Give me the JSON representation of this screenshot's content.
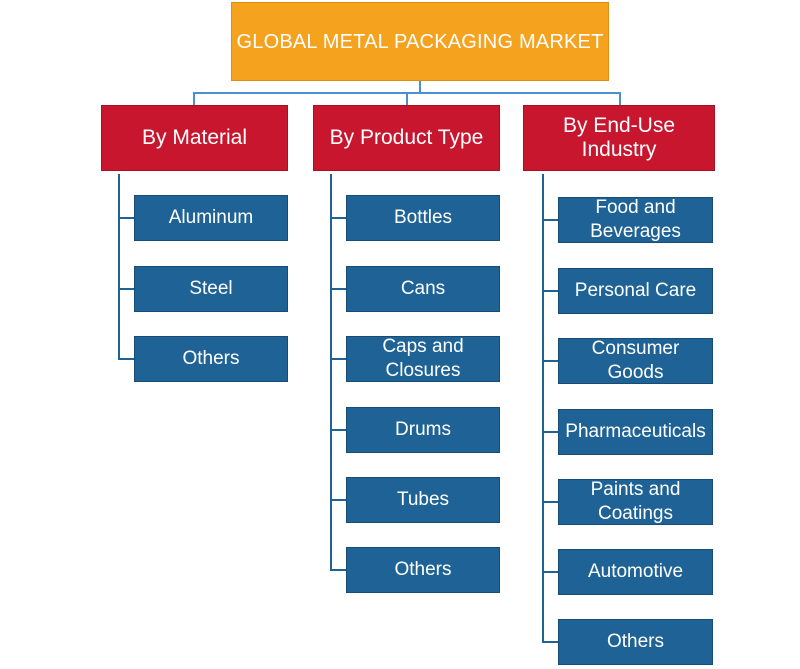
{
  "colors": {
    "root": "#f5a21f",
    "category": "#c8162f",
    "leaf": "#1f6396",
    "top_connector": "#4a90d0",
    "branch_connector": "#1f6396"
  },
  "title": "GLOBAL METAL PACKAGING MARKET",
  "columns": [
    {
      "label": "By Material",
      "items": [
        "Aluminum",
        "Steel",
        "Others"
      ]
    },
    {
      "label": "By Product Type",
      "items": [
        "Bottles",
        "Cans",
        "Caps and Closures",
        "Drums",
        "Tubes",
        "Others"
      ]
    },
    {
      "label": "By End-Use Industry",
      "items": [
        "Food and Beverages",
        "Personal Care",
        "Consumer Goods",
        "Pharmaceuticals",
        "Paints and Coatings",
        "Automotive",
        "Others"
      ]
    }
  ]
}
